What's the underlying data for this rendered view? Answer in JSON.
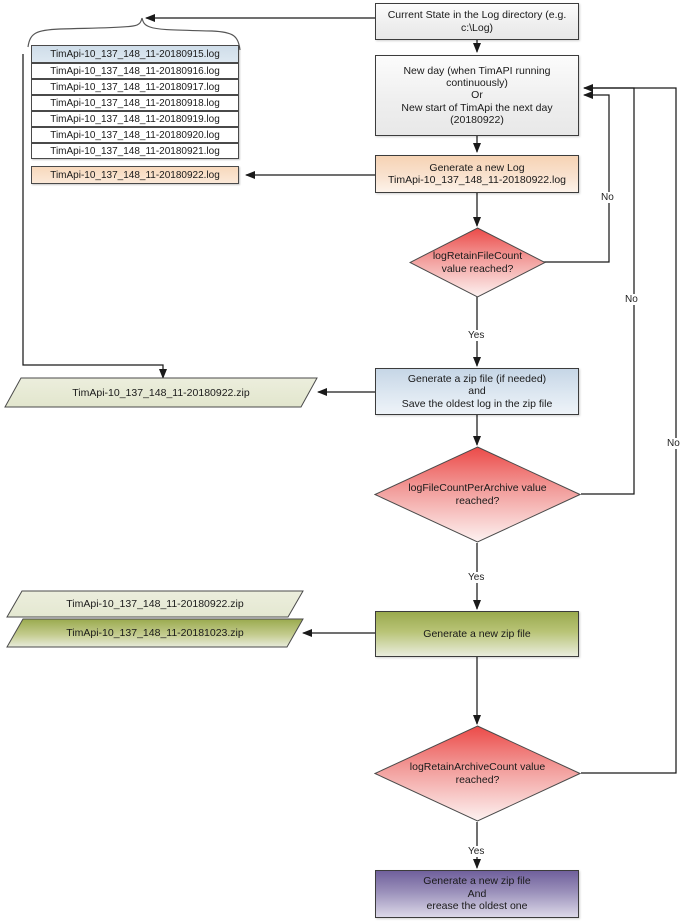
{
  "diagram": {
    "title": "TimApi log rotation and archiving flowchart",
    "type": "flowchart"
  },
  "colors": {
    "grey": "#efefef",
    "orange": "#f6d3b4",
    "blue": "#c6d6e6",
    "green": "#9aaa4e",
    "purple": "#70609c",
    "diamond_red": "#ef5350",
    "zip_olive": "#e9ecdc",
    "zip_olive_dark": "#a7b35c",
    "log_selected": "#cfdde9",
    "stroke": "#3c3c3c"
  },
  "nodes": {
    "current_state": "Current State in the Log directory (e.g. c:\\Log)",
    "new_day": "New day (when TimAPI running continuously)\nOr\nNew start of TimApi the next day (20180922)",
    "new_day_line1": "New day (when TimAPI running",
    "new_day_line2": "continuously)",
    "new_day_line3": "Or",
    "new_day_line4": "New start of TimApi the next day",
    "new_day_line5": "(20180922)",
    "generate_log_line1": "Generate a new Log",
    "generate_log_line2": "TimApi-10_137_148_11-20180922.log",
    "decision_retain_file_line1": "logRetainFileCount",
    "decision_retain_file_line2": "value reached?",
    "generate_zip_line1": "Generate a zip file (if needed)",
    "generate_zip_line2": "and",
    "generate_zip_line3": "Save the oldest log in the zip file",
    "decision_file_per_archive_line1": "logFileCountPerArchive value",
    "decision_file_per_archive_line2": "reached?",
    "generate_new_zip": "Generate a new zip file",
    "decision_retain_archive_line1": "logRetainArchiveCount value",
    "decision_retain_archive_line2": "reached?",
    "final_line1": "Generate a new zip file",
    "final_line2": "And",
    "final_line3": "erease the oldest one"
  },
  "log_files": [
    {
      "name": "TimApi-10_137_148_11-20180915.log",
      "state": "oldest"
    },
    {
      "name": "TimApi-10_137_148_11-20180916.log",
      "state": "normal"
    },
    {
      "name": "TimApi-10_137_148_11-20180917.log",
      "state": "normal"
    },
    {
      "name": "TimApi-10_137_148_11-20180918.log",
      "state": "normal"
    },
    {
      "name": "TimApi-10_137_148_11-20180919.log",
      "state": "normal"
    },
    {
      "name": "TimApi-10_137_148_11-20180920.log",
      "state": "normal"
    },
    {
      "name": "TimApi-10_137_148_11-20180921.log",
      "state": "normal"
    },
    {
      "name": "TimApi-10_137_148_11-20180922.log",
      "state": "new"
    }
  ],
  "archives": {
    "zip_middle": "TimApi-10_137_148_11-20180922.zip",
    "zip_pair_top": "TimApi-10_137_148_11-20180922.zip",
    "zip_pair_bottom": "TimApi-10_137_148_11-20181023.zip"
  },
  "edge_labels": {
    "no_1": "No",
    "no_2": "No",
    "no_3": "No",
    "yes_1": "Yes",
    "yes_2": "Yes",
    "yes_3": "Yes"
  }
}
